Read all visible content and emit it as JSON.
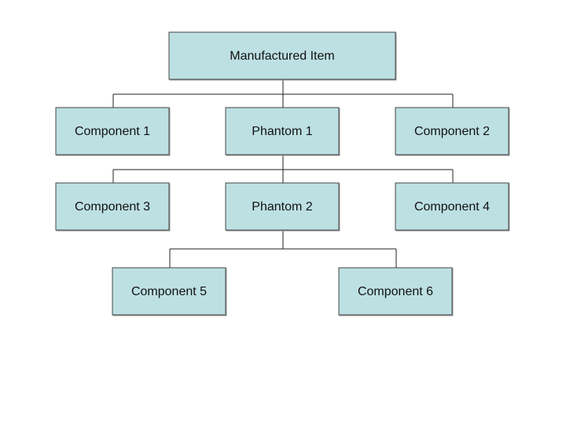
{
  "diagram": {
    "type": "hierarchy-tree",
    "colors": {
      "node_fill": "#bde0e3",
      "node_border": "#444444",
      "connector": "#222222",
      "background": "#ffffff"
    },
    "nodes": {
      "root": {
        "label": "Manufactured Item"
      },
      "component_1": {
        "label": "Component 1"
      },
      "phantom_1": {
        "label": "Phantom 1"
      },
      "component_2": {
        "label": "Component 2"
      },
      "component_3": {
        "label": "Component 3"
      },
      "phantom_2": {
        "label": "Phantom 2"
      },
      "component_4": {
        "label": "Component 4"
      },
      "component_5": {
        "label": "Component 5"
      },
      "component_6": {
        "label": "Component 6"
      }
    },
    "edges": [
      {
        "from": "root",
        "to": "component_1"
      },
      {
        "from": "root",
        "to": "phantom_1"
      },
      {
        "from": "root",
        "to": "component_2"
      },
      {
        "from": "phantom_1",
        "to": "component_3"
      },
      {
        "from": "phantom_1",
        "to": "phantom_2"
      },
      {
        "from": "phantom_1",
        "to": "component_4"
      },
      {
        "from": "phantom_2",
        "to": "component_5"
      },
      {
        "from": "phantom_2",
        "to": "component_6"
      }
    ]
  }
}
